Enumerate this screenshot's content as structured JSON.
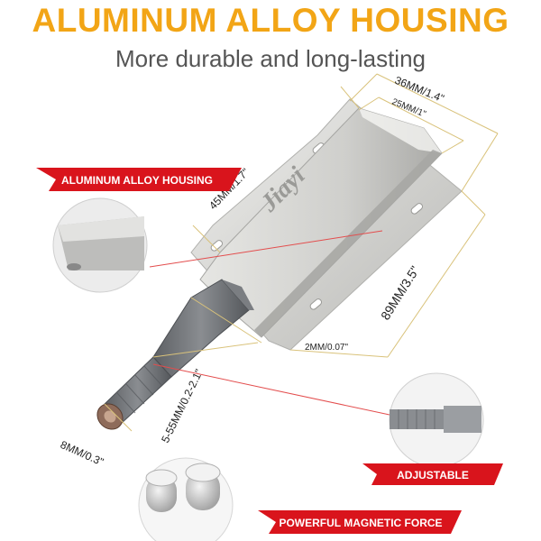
{
  "header": {
    "title": "ALUMINUM ALLOY HOUSING",
    "subtitle": "More durable and long-lasting"
  },
  "product": {
    "brand_mark": "Jiayi"
  },
  "dimensions": {
    "width_total": "36MM/1.4\"",
    "width_body": "25MM/1\"",
    "housing_length": "45MM/1.7\"",
    "total_length": "89MM/3.5\"",
    "plate_thickness": "2MM/0.07\"",
    "stroke": "5-55MM/0.2-2.1\"",
    "tip_diameter": "8MM/0.3\""
  },
  "callouts": {
    "housing": "ALUMINUM ALLOY HOUSING",
    "adjustable": "ADJUSTABLE",
    "magnetic": "POWERFUL MAGNETIC FORCE"
  },
  "colors": {
    "title": "#f2a516",
    "callout_bg": "#d9141c",
    "metal": "#d8d8d6",
    "plunger": "#6f7276"
  }
}
